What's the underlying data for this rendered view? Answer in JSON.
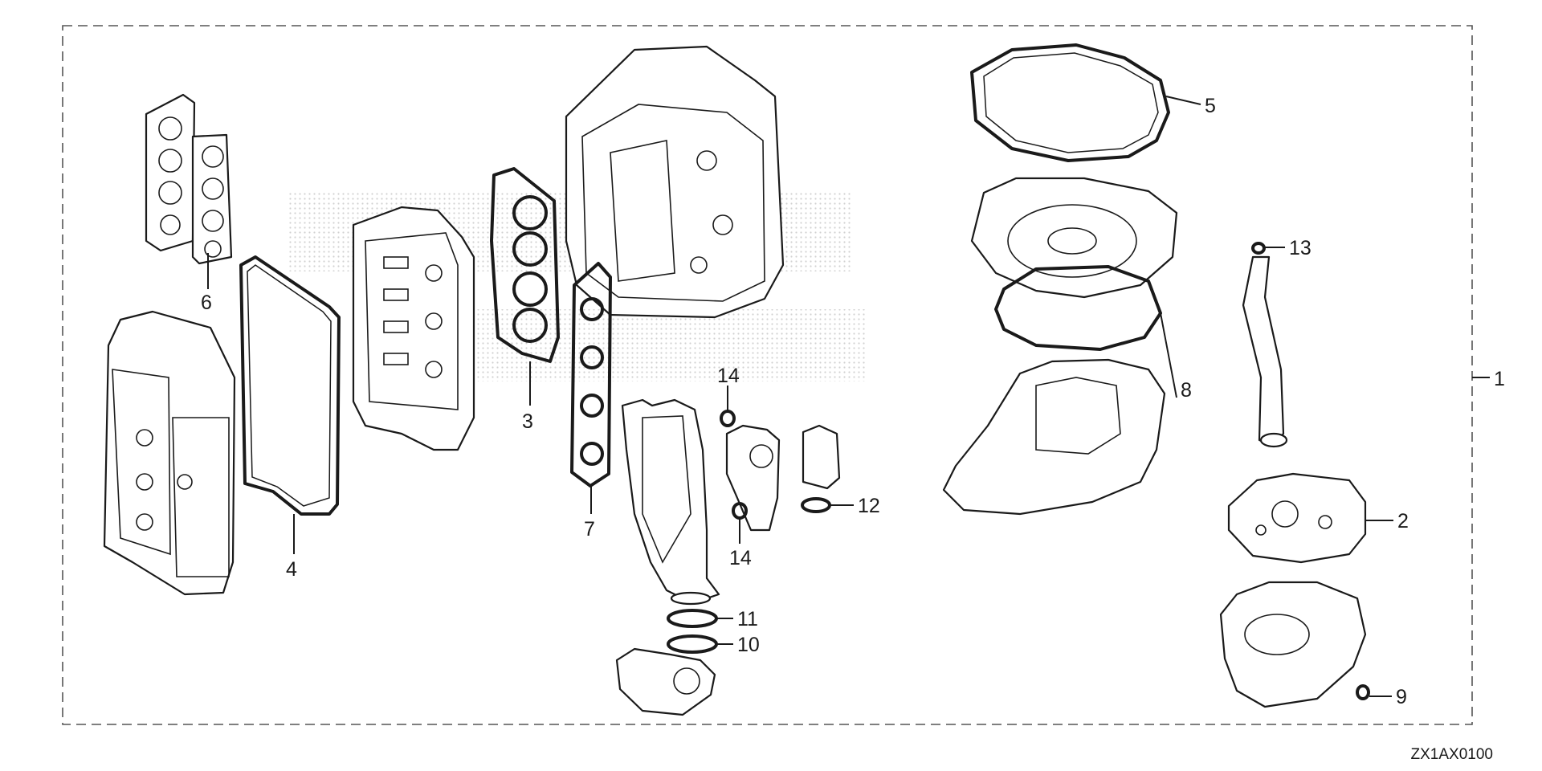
{
  "diagram_code": "ZX1AX0100",
  "callouts": {
    "c1": "1",
    "c2": "2",
    "c3": "3",
    "c4": "4",
    "c5": "5",
    "c6": "6",
    "c7": "7",
    "c8": "8",
    "c9": "9",
    "c10": "10",
    "c11": "11",
    "c12": "12",
    "c13": "13",
    "c14a": "14",
    "c14b": "14"
  },
  "watermark": {
    "color": "#d6d6d6",
    "text": ""
  },
  "line_color": "#1a1a1a",
  "background": "#ffffff"
}
